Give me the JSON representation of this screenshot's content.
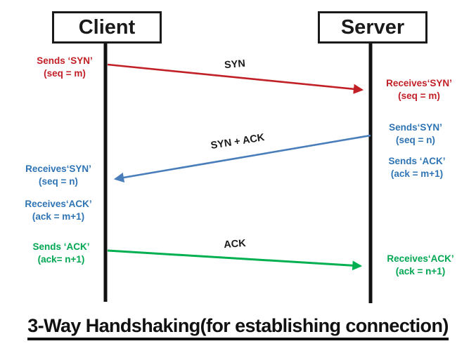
{
  "title": "3-Way Handshaking(for establishing connection)",
  "actors": {
    "client": "Client",
    "server": "Server"
  },
  "messages": [
    {
      "id": "syn",
      "label": "SYN",
      "from": "client",
      "to": "server"
    },
    {
      "id": "syn-ack",
      "label": "SYN + ACK",
      "from": "server",
      "to": "client"
    },
    {
      "id": "ack",
      "label": "ACK",
      "from": "client",
      "to": "server"
    }
  ],
  "annotations": {
    "client_sends_syn": {
      "line1": "Sends ‘SYN’",
      "line2": "(seq = m)"
    },
    "server_recv_syn": {
      "line1": "Receives‘SYN’",
      "line2": "(seq = m)"
    },
    "server_sends_syn": {
      "line1": "Sends‘SYN’",
      "line2": "(seq = n)"
    },
    "server_sends_ack": {
      "line1": "Sends ‘ACK’",
      "line2": "(ack = m+1)"
    },
    "client_recv_syn": {
      "line1": "Receives‘SYN’",
      "line2": "(seq = n)"
    },
    "client_recv_ack": {
      "line1": "Receives‘ACK’",
      "line2": "(ack = m+1)"
    },
    "client_sends_ack": {
      "line1": "Sends ‘ACK’",
      "line2": "(ack= n+1)"
    },
    "server_recv_ack": {
      "line1": "Receives‘ACK’",
      "line2": "(ack = n+1)"
    }
  },
  "colors": {
    "red": "#C02026",
    "blue_arrow": "#4A7EBB",
    "blue_text": "#2E74B5",
    "green": "#00B050",
    "green_text": "#00A651"
  }
}
